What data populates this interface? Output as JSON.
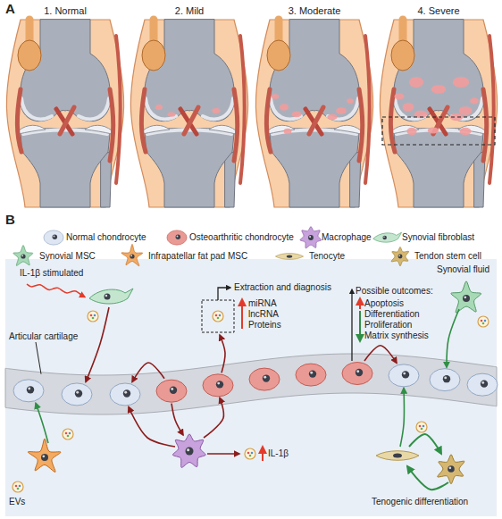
{
  "diagram": {
    "labels": [
      "A",
      "1. Normal",
      "2. Mild",
      "3. Moderate",
      "4. Severe",
      "B",
      "IL-1β stimulated",
      "Synovial fluid",
      "Extraction and diagnosis",
      "miRNA",
      "lncRNA",
      "Proteins",
      "Possible outcomes:",
      "Apoptosis",
      "Differentiation",
      "Proliferation",
      "Matrix synthesis",
      "Articular cartilage",
      "IL-1β",
      "EVs",
      "Tenogenic differentiation"
    ],
    "legend": [
      {
        "text": "Normal chondrocyte"
      },
      {
        "text": "Osteoarthritic chondrocyte"
      },
      {
        "text": "Macrophage"
      },
      {
        "text": "Synovial fibroblast"
      },
      {
        "text": "Synovial MSC"
      },
      {
        "text": "Infrapatellar fat pad MSC"
      },
      {
        "text": "Tenocyte"
      },
      {
        "text": "Tendon stem cell"
      }
    ]
  }
}
